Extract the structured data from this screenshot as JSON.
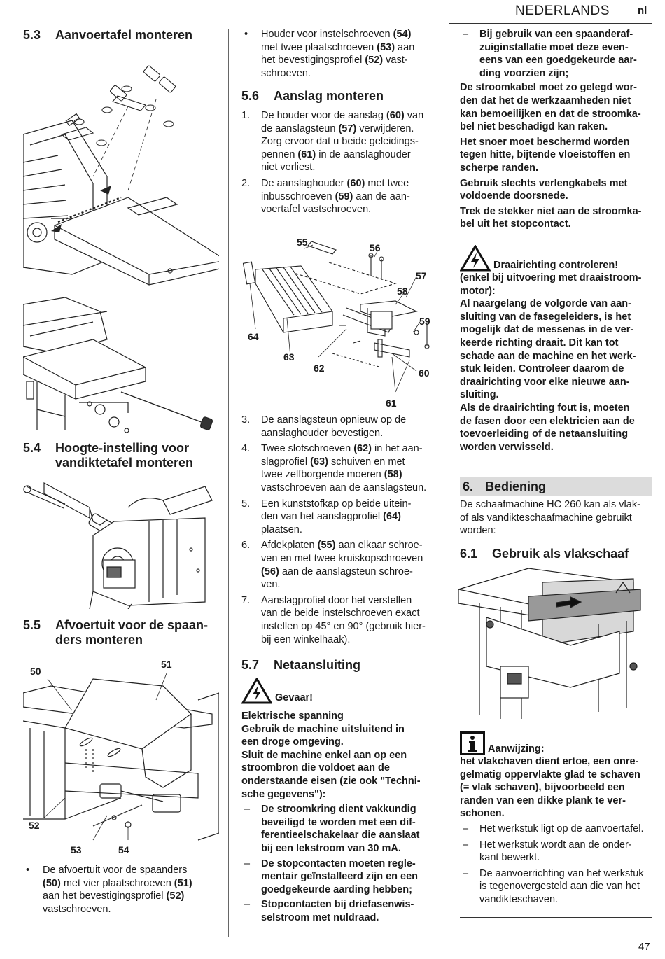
{
  "header": {
    "language": "NEDERLANDS",
    "code": "nl"
  },
  "page_number": "47",
  "col1": {
    "s53": {
      "num": "5.3",
      "title": "Aanvoertafel monteren"
    },
    "s54": {
      "num": "5.4",
      "title_l1": "Hoogte-instelling voor",
      "title_l2": "vandiktetafel monteren"
    },
    "s55": {
      "num": "5.5",
      "title_l1": "Afvoertuit voor de spaan-",
      "title_l2": "ders monteren"
    },
    "fig55_labels": {
      "a": "50",
      "b": "51",
      "c": "52",
      "d": "53",
      "e": "54"
    },
    "bullet": {
      "l1": "De afvoertuit voor de spaanders",
      "l2a": "(50)",
      "l2b": " met vier plaatschroeven ",
      "l2c": "(51)",
      "l3a": "aan het bevestigingsprofiel ",
      "l3b": "(52)",
      "l4": "vastschroeven."
    }
  },
  "col2": {
    "bullet": {
      "l1a": "Houder voor instelschroeven ",
      "l1b": "(54)",
      "l2a": "met twee plaatschroeven ",
      "l2b": "(53)",
      "l2c": " aan",
      "l3a": "het bevestigingsprofiel ",
      "l3b": "(52)",
      "l3c": " vast-",
      "l4": "schroeven."
    },
    "s56": {
      "num": "5.6",
      "title": "Aanslag monteren"
    },
    "steps_a": [
      {
        "n": "1.",
        "lines": [
          "De houder voor de aanslag **(60)** van",
          "de aanslagsteun **(57)** verwijderen.",
          "Zorg ervoor dat u beide geleidings-",
          "pennen **(61)** in de aanslaghouder",
          "niet verliest."
        ]
      },
      {
        "n": "2.",
        "lines": [
          "De aanslaghouder **(60)** met twee",
          "inbusschroeven **(59)** aan de aan-",
          "voertafel vastschroeven."
        ]
      }
    ],
    "fig56_labels": {
      "l55": "55",
      "l56": "56",
      "l57": "57",
      "l58": "58",
      "l59": "59",
      "l60": "60",
      "l61": "61",
      "l62": "62",
      "l63": "63",
      "l64": "64"
    },
    "steps_b": [
      {
        "n": "3.",
        "lines": [
          "De aanslagsteun opnieuw op de",
          "aanslaghouder bevestigen."
        ]
      },
      {
        "n": "4.",
        "lines": [
          "Twee slotschroeven **(62)** in het aan-",
          "slagprofiel **(63)** schuiven en met",
          "twee zelfborgende moeren **(58)**",
          "vastschroeven aan de aanslagsteun."
        ]
      },
      {
        "n": "5.",
        "lines": [
          "Een kunststofkap op beide uitein-",
          "den van het aanslagprofiel **(64)**",
          "plaatsen."
        ]
      },
      {
        "n": "6.",
        "lines": [
          "Afdekplaten **(55)** aan elkaar schroe-",
          "ven en met twee kruiskopschroeven",
          "**(56)** aan de aanslagsteun schroe-",
          "ven."
        ]
      },
      {
        "n": "7.",
        "lines": [
          "Aanslagprofiel door het verstellen",
          "van de beide instelschroeven exact",
          "instellen op 45° en 90° (gebruik hier-",
          "bij een winkelhaak)."
        ]
      }
    ],
    "s57": {
      "num": "5.7",
      "title": "Netaansluiting"
    },
    "danger": {
      "title": "Gevaar!",
      "lines": [
        "Elektrische spanning",
        "Gebruik de machine uitsluitend in",
        "een droge omgeving.",
        "Sluit de machine enkel aan op een",
        "stroombron die voldoet aan de",
        "onderstaande eisen (zie ook \"Techni-",
        "sche gegevens\"):"
      ]
    },
    "dash_items": [
      [
        "De stroomkring dient vakkundig",
        "beveiligd te worden met een dif-",
        "ferentieelschakelaar die aanslaat",
        "bij een lekstroom van 30 mA."
      ],
      [
        "De stopcontacten moeten regle-",
        "mentair geïnstalleerd zijn en een",
        "goedgekeurde aarding hebben;"
      ],
      [
        "Stopcontacten bij driefasenwis-",
        "selstroom met nuldraad."
      ]
    ]
  },
  "col3": {
    "dash_top": [
      "Bij gebruik van een spaanderaf-",
      "zuiginstallatie moet deze even-",
      "eens van een goedgekeurde aar-",
      "ding voorzien zijn;"
    ],
    "paras": [
      [
        "De stroomkabel moet zo gelegd wor-",
        "den dat het de werkzaamheden niet",
        "kan bemoeilijken en dat de stroomka-",
        "bel niet beschadigd kan raken."
      ],
      [
        "Het snoer moet beschermd worden",
        "tegen hitte, bijtende vloeistoffen en",
        "scherpe randen."
      ],
      [
        "Gebruik slechts verlengkabels met",
        "voldoende doorsnede."
      ],
      [
        "Trek de stekker niet aan de stroomka-",
        "bel uit het stopcontact."
      ]
    ],
    "rotation": {
      "title": "Draairichting controleren!",
      "lines": [
        "(enkel bij uitvoering met draaistroom-",
        "motor):",
        "Al naargelang de volgorde van aan-",
        "sluiting van de fasegeleiders, is het",
        "mogelijk dat de messenas in de ver-",
        "keerde richting draait. Dit kan tot",
        "schade aan de machine en het werk-",
        "stuk leiden. Controleer daarom de",
        "draairichting voor elke nieuwe aan-",
        "sluiting.",
        "Als de draairichting fout is, moeten",
        "de fasen door een elektricien aan de",
        "toevoerleiding of de netaansluiting",
        "worden verwisseld."
      ]
    },
    "s6": {
      "num": "6.",
      "title": "Bediening"
    },
    "s6_text": [
      "De schaafmachine HC 260 kan als vlak-",
      "of als vandikteschaafmachine gebruikt",
      "worden:"
    ],
    "s61": {
      "num": "6.1",
      "title": "Gebruik als vlakschaaf"
    },
    "note": {
      "title": "Aanwijzing:",
      "lines": [
        "het vlakchaven dient ertoe, een onre-",
        "gelmatig oppervlakte glad te schaven",
        "(= vlak schaven), bijvoorbeeld een",
        "randen van een dikke plank te ver-",
        "schonen."
      ]
    },
    "dash_items": [
      [
        "Het werkstuk ligt op de aanvoertafel."
      ],
      [
        "Het werkstuk wordt aan de onder-",
        "kant bewerkt."
      ],
      [
        "De aanvoerrichting van het werkstuk",
        "is tegenovergesteld aan die van het",
        "vandikteschaven."
      ]
    ]
  }
}
